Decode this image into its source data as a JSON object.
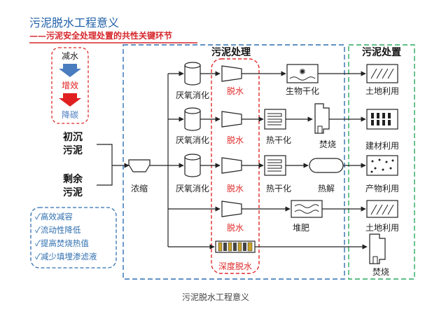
{
  "header": {
    "title": "污泥脱水工程意义",
    "subtitle": "——污泥安全处理处置的共性关键环节",
    "title_color": "#1f5fa8",
    "subtitle_color": "#d6262b"
  },
  "legend_top": {
    "reduce_water": "减水",
    "increase_efficiency": "增效",
    "reduce_carbon": "降碳"
  },
  "inputs": {
    "primary_sludge": [
      "初沉",
      "污泥"
    ],
    "surplus_sludge": [
      "剩余",
      "污泥"
    ]
  },
  "benefits": [
    "✓高效减容",
    "✓流动性降低",
    "✓提高焚烧热值",
    "✓减少填埋渗滤液"
  ],
  "treatment_section": {
    "title": "污泥处理",
    "thicken_label": "浓缩",
    "anaerobic_digestion": "厌氧消化",
    "dewatering": "脱水",
    "deep_dewatering": "深度脱水",
    "bio_drying": "生物干化",
    "thermal_drying": "热干化",
    "incineration": "焚烧",
    "pyrolysis": "热解",
    "composting": "堆肥"
  },
  "disposal_section": {
    "title": "污泥处置",
    "land_use": "土地利用",
    "building_material": "建材利用",
    "product_use": "产物利用",
    "incineration": "焚烧"
  },
  "caption": "污泥脱水工程意义",
  "colors": {
    "treatment_border": "#2f6fb0",
    "disposal_border": "#2aa860",
    "dewater_highlight": "#e02b2b",
    "benefit_border": "#2f6fb0",
    "arrow_blue": "#4a7cc0",
    "arrow_red": "#e02020"
  }
}
